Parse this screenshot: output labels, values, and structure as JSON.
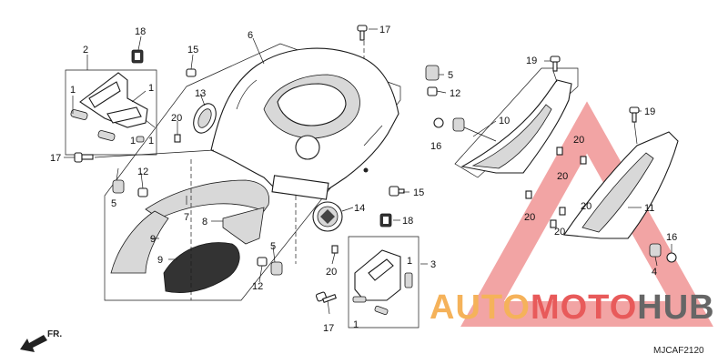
{
  "callouts": {
    "c1a": "1",
    "c1b": "1",
    "c1c": "1",
    "c1d": "1",
    "c1e": "1",
    "c1f": "1",
    "c2": "2",
    "c3": "3",
    "c4": "4",
    "c5a": "5",
    "c5b": "5",
    "c5c": "5",
    "c6": "6",
    "c7": "7",
    "c8": "8",
    "c9a": "9",
    "c9b": "9",
    "c10": "10",
    "c11": "11",
    "c12a": "12",
    "c12b": "12",
    "c12c": "12",
    "c13": "13",
    "c14": "14",
    "c15a": "15",
    "c15b": "15",
    "c16a": "16",
    "c16b": "16",
    "c17a": "17",
    "c17b": "17",
    "c17c": "17",
    "c18a": "18",
    "c18b": "18",
    "c19a": "19",
    "c19b": "19",
    "c20a": "20",
    "c20b": "20",
    "c20c": "20",
    "c20d": "20",
    "c20e": "20",
    "c20f": "20",
    "c20g": "20"
  },
  "direction_label": "FR.",
  "diagram_code": "MJCAF2120",
  "watermark": {
    "part1": "AUTO",
    "part2": "MOTO",
    "part3": "HUB",
    "color_orange": "#f5b25a",
    "color_red": "#e85a5a",
    "color_gray": "#666666"
  }
}
